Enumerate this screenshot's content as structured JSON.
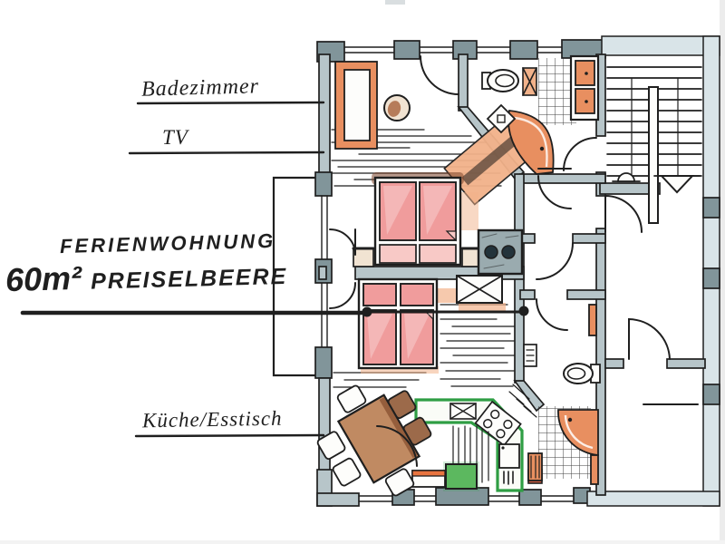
{
  "annotations": {
    "bathroom_label": "Badezimmer",
    "tv_label": "TV",
    "apartment_label_line1": "FERIENWOHNUNG",
    "apartment_area": "60m²",
    "apartment_name": "PREISELBEERE",
    "kitchen_label": "Küche/Esstisch"
  },
  "colors": {
    "ink": "#1f1f1f",
    "paper": "#ffffff",
    "wall": "#b7c5c9",
    "wall_dark": "#81959a",
    "wall_light": "#d9e4e8",
    "pink": "#f09c9c",
    "pink_light": "#f8c9c6",
    "orange": "#e88f60",
    "orange_light": "#f2b28a",
    "green": "#2f9e44",
    "green_fill": "#5cb85f",
    "brown": "#c08a62",
    "dark_brown": "#7d452b",
    "tan": "#f1e3d2"
  },
  "floorplan_icons": [
    "balcony",
    "sofa",
    "side-table",
    "rug-hatch",
    "double-bed",
    "nightstand",
    "chimney-flue",
    "wardrobe",
    "dining-table",
    "chair",
    "kitchen-counter",
    "sink",
    "stove",
    "refrigerator",
    "dishwasher",
    "radiator",
    "toilet",
    "corner-bathtub",
    "corner-shower",
    "washer-dryer-column",
    "staircase",
    "down-arrow",
    "door-swing",
    "window",
    "tiled-floor"
  ]
}
